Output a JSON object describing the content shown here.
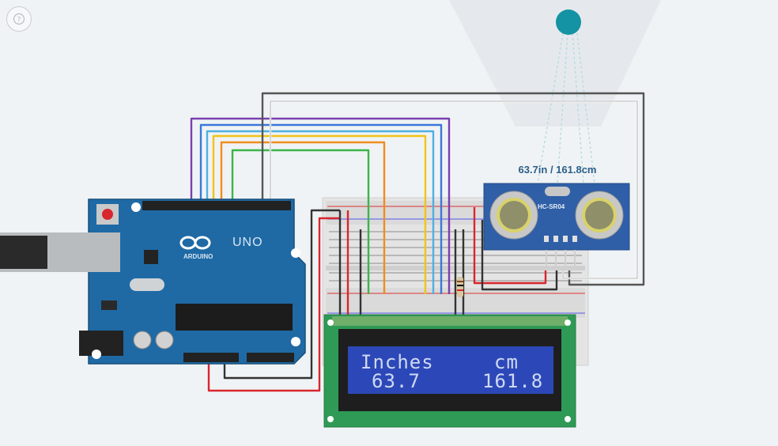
{
  "sensor": {
    "readout": "63.7in / 161.8cm",
    "model_label": "HC-SR04"
  },
  "arduino": {
    "model_label": "UNO",
    "brand_label": "ARDUINO"
  },
  "lcd": {
    "line1_left": "Inches",
    "line1_right": "cm",
    "line2_left": "63.7",
    "line2_right": "161.8"
  },
  "colors": {
    "background": "#f0f3f5",
    "arduino_board": "#1f6aa5",
    "sensor_board": "#2f5fa7",
    "lcd_pcb": "#2e9a55",
    "lcd_screen": "#2c48b8",
    "target_dot": "#1393a3"
  }
}
